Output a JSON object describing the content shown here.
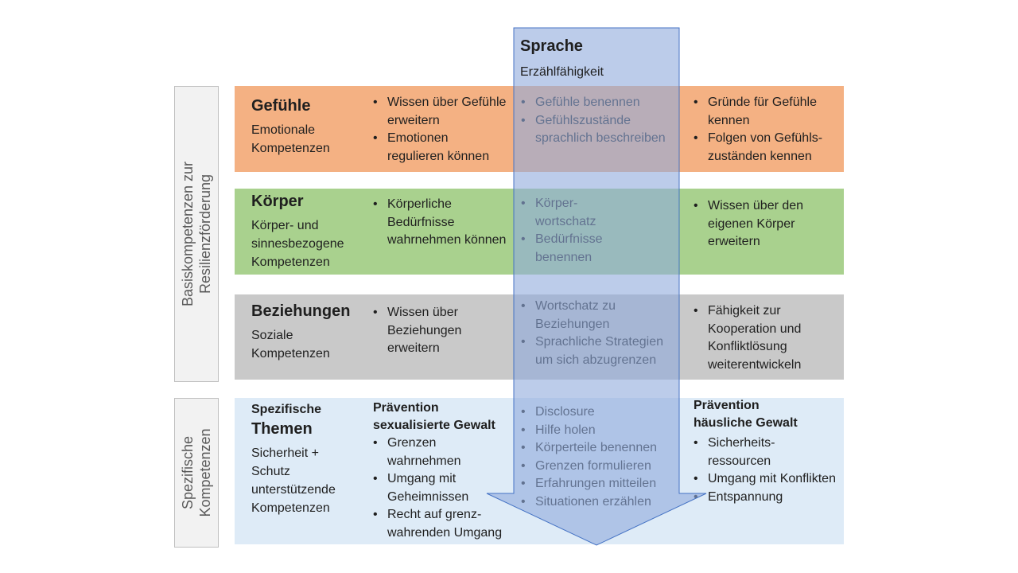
{
  "side_labels": {
    "basis": "Basiskompetenzen zur\nResilienzförderung",
    "spezifisch": "Spezifische\nKompetenzen"
  },
  "sprache": {
    "title": "Sprache",
    "subtitle": "Erzählfähigkeit"
  },
  "rows": {
    "gefuehle": {
      "title": "Gefühle",
      "subtitle": "Emotionale Kompetenzen",
      "col2": [
        "Wissen über Gefühle erweitern",
        "Emotionen regulieren können"
      ],
      "col3": [
        "Gefühle benennen",
        "Gefühlszustände sprachlich beschreiben"
      ],
      "col4": [
        "Gründe für Gefühle kennen",
        "Folgen von Gefühls-zuständen kennen"
      ]
    },
    "koerper": {
      "title": "Körper",
      "subtitle": "Körper- und sinnesbezogene Kompetenzen",
      "col2": [
        "Körperliche Bedürfnisse wahrnehmen können"
      ],
      "col3": [
        "Körper-wortschatz",
        "Bedürfnisse benennen"
      ],
      "col4": [
        "Wissen über den eigenen Körper erweitern"
      ]
    },
    "beziehungen": {
      "title": "Beziehungen",
      "subtitle": "Soziale Kompetenzen",
      "col2": [
        "Wissen über Beziehungen erweitern"
      ],
      "col3": [
        "Wortschatz zu Beziehungen",
        "Sprachliche Strategien um sich abzugrenzen"
      ],
      "col4": [
        "Fähigkeit zur Kooperation und Konfliktlösung weiterentwickeln"
      ]
    },
    "spezifisch": {
      "small_title": "Spezifische",
      "title": "Themen",
      "subtitle": "Sicherheit + Schutz unterstützende Kompetenzen",
      "col2_title": "Prävention sexualisierte Gewalt",
      "col2": [
        "Grenzen wahrnehmen",
        "Umgang mit Geheimnissen",
        "Recht auf grenz-wahrenden Umgang"
      ],
      "col3": [
        "Disclosure",
        "Hilfe holen",
        "Körperteile benennen",
        "Grenzen formulieren",
        "Erfahrungen mitteilen",
        "Situationen erzählen"
      ],
      "col4_title": "Prävention häusliche Gewalt",
      "col4": [
        "Sicherheits-ressourcen",
        "Umgang mit Konflikten",
        "Entspannung"
      ]
    }
  },
  "colors": {
    "gefuehle": "#f4b183",
    "koerper": "#a9d18e",
    "beziehungen": "#c9c9c9",
    "spezifisch": "#deebf7",
    "arrow": "#8faadc"
  }
}
